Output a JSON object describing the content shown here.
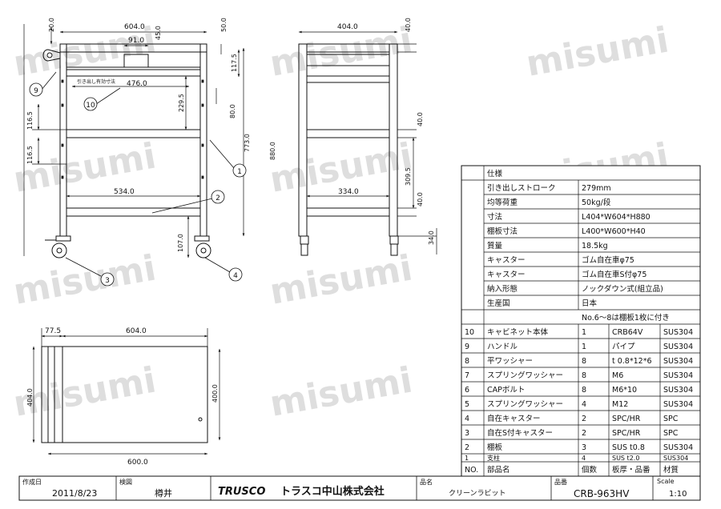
{
  "watermark": "misumi",
  "dims": {
    "top_width": "604.0",
    "d20": "20.0",
    "d50": "50.0",
    "d91": "91.0",
    "d45": "45.0",
    "d1175": "117.5",
    "d476": "476.0",
    "d2295": "229.5",
    "d80": "80.0",
    "d773": "773.0",
    "d880": "880.0",
    "d1165a": "116.5",
    "d1165b": "116.5",
    "d534": "534.0",
    "d107": "107.0",
    "side_width": "404.0",
    "side_d40a": "40.0",
    "side_d40b": "40.0",
    "side_d3095": "309.5",
    "side_d40c": "40.0",
    "side_d34": "34.0",
    "side_d334": "334.0",
    "plan_d775": "77.5",
    "plan_d604": "604.0",
    "plan_d404": "404.0",
    "plan_d400": "400.0",
    "plan_d600": "600.0"
  },
  "drawer_label": "引き出し有効寸法",
  "callouts": [
    "1",
    "2",
    "3",
    "4",
    "9",
    "10"
  ],
  "spec_table": {
    "title": "仕様",
    "rows": [
      {
        "label": "引き出しストローク",
        "value": "279mm"
      },
      {
        "label": "均等荷重",
        "value": "50kg/段"
      },
      {
        "label": "寸法",
        "value": "L404*W604*H880"
      },
      {
        "label": "棚板寸法",
        "value": "L400*W600*H40"
      },
      {
        "label": "質量",
        "value": "18.5kg"
      },
      {
        "label": "キャスター",
        "value": "ゴム自在車φ75"
      },
      {
        "label": "キャスター",
        "value": "ゴム自在車S付φ75"
      },
      {
        "label": "納入形態",
        "value": "ノックダウン式(組立品)"
      },
      {
        "label": "生産国",
        "value": "日本"
      }
    ],
    "note": "No.6～8は棚板1枚に付き"
  },
  "parts_list": {
    "rows": [
      {
        "no": "10",
        "name": "キャビネット本体",
        "qty": "1",
        "spec": "CRB64V",
        "material": "SUS304"
      },
      {
        "no": "9",
        "name": "ハンドル",
        "qty": "1",
        "spec": "パイプ",
        "material": "SUS304"
      },
      {
        "no": "8",
        "name": "平ワッシャー",
        "qty": "8",
        "spec": "t 0.8*12*6",
        "material": "SUS304"
      },
      {
        "no": "7",
        "name": "スプリングワッシャー",
        "qty": "8",
        "spec": "M6",
        "material": "SUS304"
      },
      {
        "no": "6",
        "name": "CAPボルト",
        "qty": "8",
        "spec": "M6*10",
        "material": "SUS304"
      },
      {
        "no": "5",
        "name": "スプリングワッシャー",
        "qty": "4",
        "spec": "M12",
        "material": "SUS304"
      },
      {
        "no": "4",
        "name": "自在キャスター",
        "qty": "2",
        "spec": "SPC/HR",
        "material": "SPC"
      },
      {
        "no": "3",
        "name": "自在S付キャスター",
        "qty": "2",
        "spec": "SPC/HR",
        "material": "SPC"
      },
      {
        "no": "2",
        "name": "棚板",
        "qty": "3",
        "spec": "SUS t0.8",
        "material": "SUS304"
      },
      {
        "no": "1",
        "name": "支柱",
        "qty": "4",
        "spec": "SUS t2.0",
        "material": "SUS304"
      }
    ],
    "header": {
      "no": "NO.",
      "name": "部品名",
      "qty": "個数",
      "spec": "板厚・品番",
      "material": "材質"
    }
  },
  "title_block": {
    "created_label": "作成日",
    "created": "2011/8/23",
    "checked_label": "検図",
    "checked": "樽井",
    "brand": "TRUSCO",
    "company": "トラスコ中山株式会社",
    "product_label": "品名",
    "product": "クリーンラビット",
    "partno_label": "品番",
    "partno": "CRB-963HV",
    "scale_label": "Scale",
    "scale": "1:10"
  }
}
